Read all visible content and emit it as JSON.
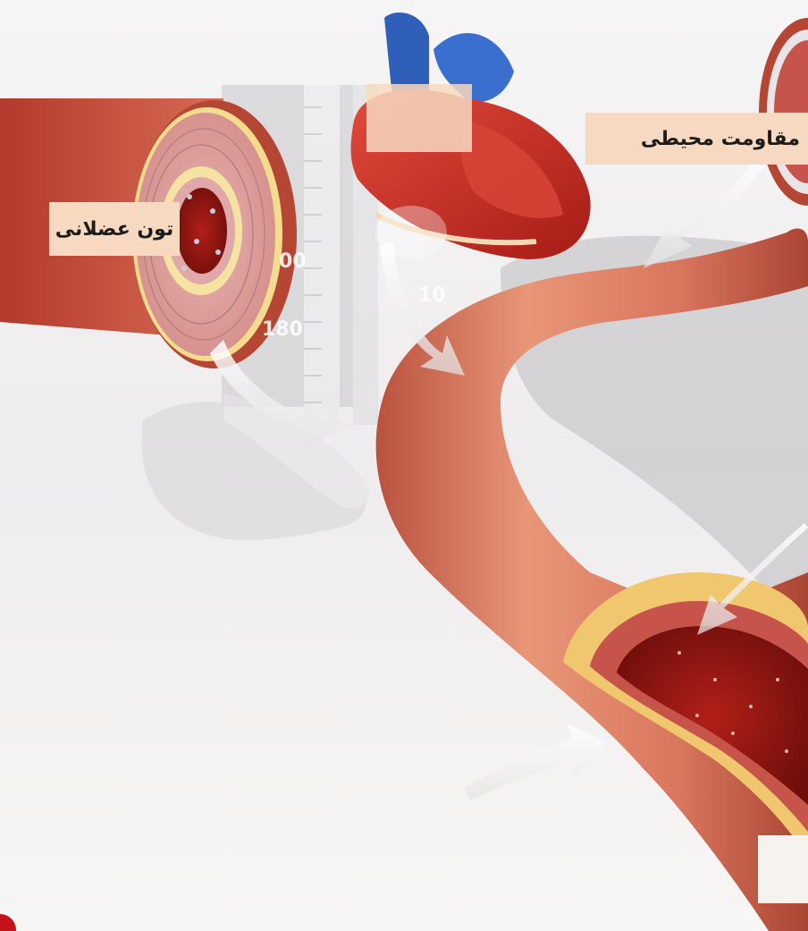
{
  "labels": {
    "muscle_tone": "تون عضلانی",
    "peripheral_resistance": "مقاومت محیطی"
  },
  "scale": {
    "tick_180": "180",
    "tick_partial_left": "00",
    "tick_partial_right": "10"
  },
  "colors": {
    "artery": "#d9765e",
    "artery_dark": "#b9523f",
    "lumen": "#8c1512",
    "wall_yellow": "#f4e3a2",
    "label_bg": "#f7d9c1",
    "heart_red": "#c42a22",
    "heart_blue": "#2f5fb8",
    "arrow": "#ffffff",
    "accent_red": "#c4121a"
  },
  "icons": {
    "arrows": "curved-arrow-icon",
    "heart": "heart-icon",
    "artery": "artery-icon",
    "vessel_cross_section": "vessel-cross-section-icon",
    "hand": "hand-icon",
    "manometer": "sphygmomanometer-icon"
  }
}
